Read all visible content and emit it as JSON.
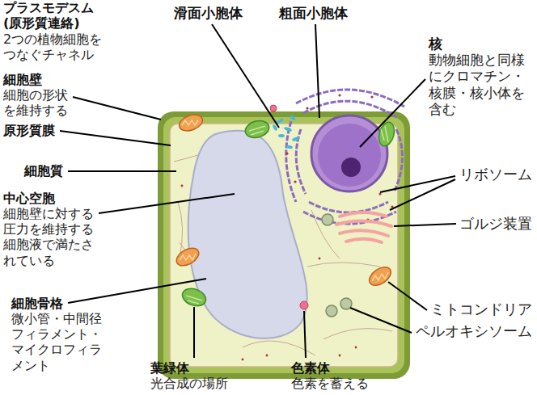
{
  "diagram": {
    "labels": [
      "プラスモデスム (原形質連絡)",
      "2つの植物細胞を つなぐチャネル",
      "細胞壁",
      "細胞の形状 を維持する",
      "原形質膜",
      "細胞質",
      "中心空胞",
      "細胞壁に対する 圧力を維持する 細胞液で満たさ れている",
      "細胞骨格",
      "微小管・中間径 フィラメント・ マイクロフィラ メント",
      "葉緑体",
      "光合成の場所",
      "色素体",
      "色素を蓄える",
      "ペルオキシソーム",
      "ミトコンドリア",
      "ゴルジ装置",
      "リボソーム",
      "核",
      "動物細胞と同様 にクロマチン・ 核膜・核小体を 含む",
      "滑面小胞体",
      "粗面小胞体"
    ]
  }
}
